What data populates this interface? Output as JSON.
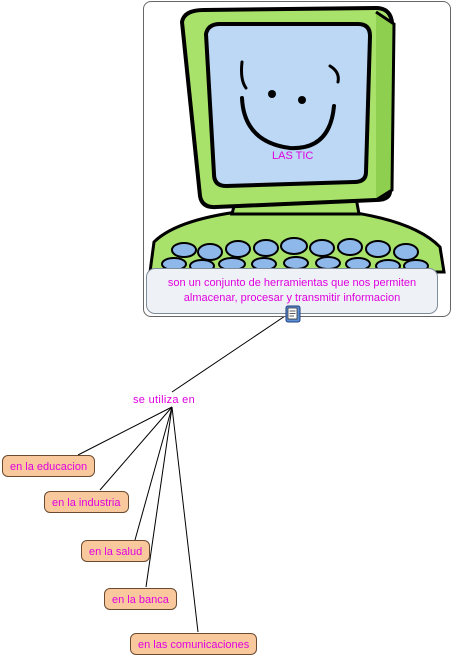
{
  "main_concept": {
    "title": "LAS TIC",
    "description": "son un conjunto de herramientas que nos permiten almacenar,  procesar y transmitir informacion",
    "image": "smiling-computer-illustration",
    "attachment_icon": "document-icon"
  },
  "link_phrase": "se utiliza en",
  "categories": [
    {
      "label": "en la educacion"
    },
    {
      "label": "en la industria"
    },
    {
      "label": "en la salud"
    },
    {
      "label": "en la banca"
    },
    {
      "label": "en las comunicaciones"
    }
  ],
  "colors": {
    "text": "#e000e0",
    "category_fill": "#f9c99d",
    "monitor_green": "#a9e26a",
    "screen_blue": "#bcd8f5",
    "key_blue": "#8fb8ea"
  }
}
